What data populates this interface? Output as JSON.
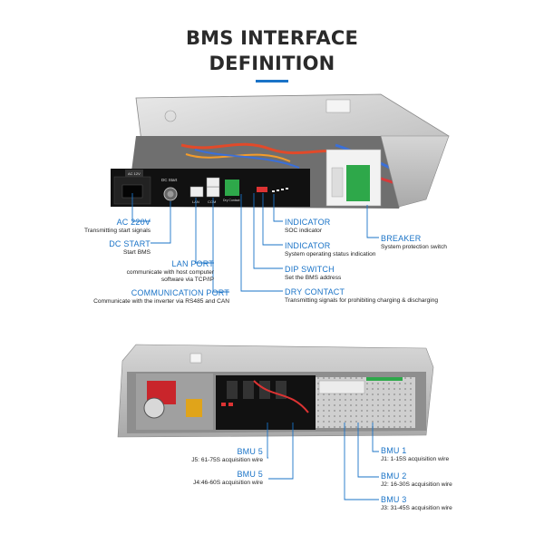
{
  "title": {
    "line1": "BMS INTERFACE",
    "line2": "DEFINITION"
  },
  "top_labels": [
    {
      "head": "AC 220V",
      "desc": "Transmitting start signals"
    },
    {
      "head": "DC START",
      "desc": "Start BMS"
    },
    {
      "head": "LAN PORT",
      "desc": "communicate with host computer software via TCP/IP"
    },
    {
      "head": "COMMUNICATION PORT",
      "desc": "Communicate with the inverter via RS485 and CAN"
    },
    {
      "head": "INDICATOR",
      "desc": "SOC indicator"
    },
    {
      "head": "INDICATOR",
      "desc": "System operating status indication"
    },
    {
      "head": "DIP SWITCH",
      "desc": "Set the BMS address"
    },
    {
      "head": "DRY CONTACT",
      "desc": "Transmitting signals for prohibiting charging & discharging"
    },
    {
      "head": "BREAKER",
      "desc": "System protection switch"
    }
  ],
  "bottom_labels": [
    {
      "head": "BMU 5",
      "desc": "J5: 61-75S acquisition wire"
    },
    {
      "head": "BMU 5",
      "desc": "J4:46-60S acquisition wire"
    },
    {
      "head": "BMU 1",
      "desc": "J1: 1-15S acquisition wire"
    },
    {
      "head": "BMU 2",
      "desc": "J2: 16-30S acquisition wire"
    },
    {
      "head": "BMU 3",
      "desc": "J3: 31-45S acquisition wire"
    }
  ],
  "device_text": {
    "ac": "AC 12V",
    "dc_start": "DC Start",
    "lan": "LAN",
    "com": "COM",
    "dry": "Dry Contact"
  }
}
